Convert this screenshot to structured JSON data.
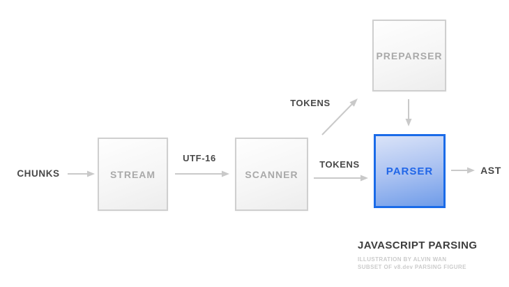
{
  "diagram": {
    "caption": "JAVASCRIPT PARSING",
    "credits": {
      "line1": "ILLUSTRATION BY ALVIN WAN",
      "line2": "SUBSET OF v8.dev PARSING FIGURE"
    },
    "nodes": {
      "chunks": "CHUNKS",
      "stream": "STREAM",
      "scanner": "SCANNER",
      "preparser": "PREPARSER",
      "parser": "PARSER",
      "ast": "AST"
    },
    "edge_labels": {
      "utf16": "UTF-16",
      "tokens_to_preparser": "TOKENS",
      "tokens_to_parser": "TOKENS"
    },
    "colors": {
      "highlight_border": "#1a6be8",
      "highlight_fill_top": "#dae3f8",
      "highlight_fill_bottom": "#6f9ce9",
      "highlight_text": "#2066e8",
      "inactive_border": "#cfcfcf",
      "inactive_text": "#a9a9a9",
      "arrow": "#c9c9c9",
      "label_text": "#484848",
      "caption_text": "#3d3d3d",
      "credits_text": "#cbcbcb"
    }
  }
}
